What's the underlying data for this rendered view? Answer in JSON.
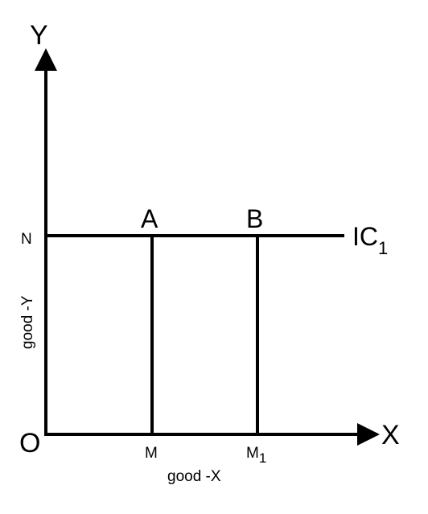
{
  "diagram": {
    "axes": {
      "y_label": "Y",
      "x_label": "X",
      "origin_label": "O",
      "y_axis_title": "good -Y",
      "x_axis_title": "good -X"
    },
    "points": [
      {
        "label": "A"
      },
      {
        "label": "B"
      }
    ],
    "ticks": {
      "y_tick": "N",
      "x_tick_1": "M",
      "x_tick_2_main": "M",
      "x_tick_2_sub": "1"
    },
    "curve": {
      "label_main": "IC",
      "label_sub": "1"
    },
    "colors": {
      "line": "#000000",
      "background": "#ffffff"
    }
  }
}
